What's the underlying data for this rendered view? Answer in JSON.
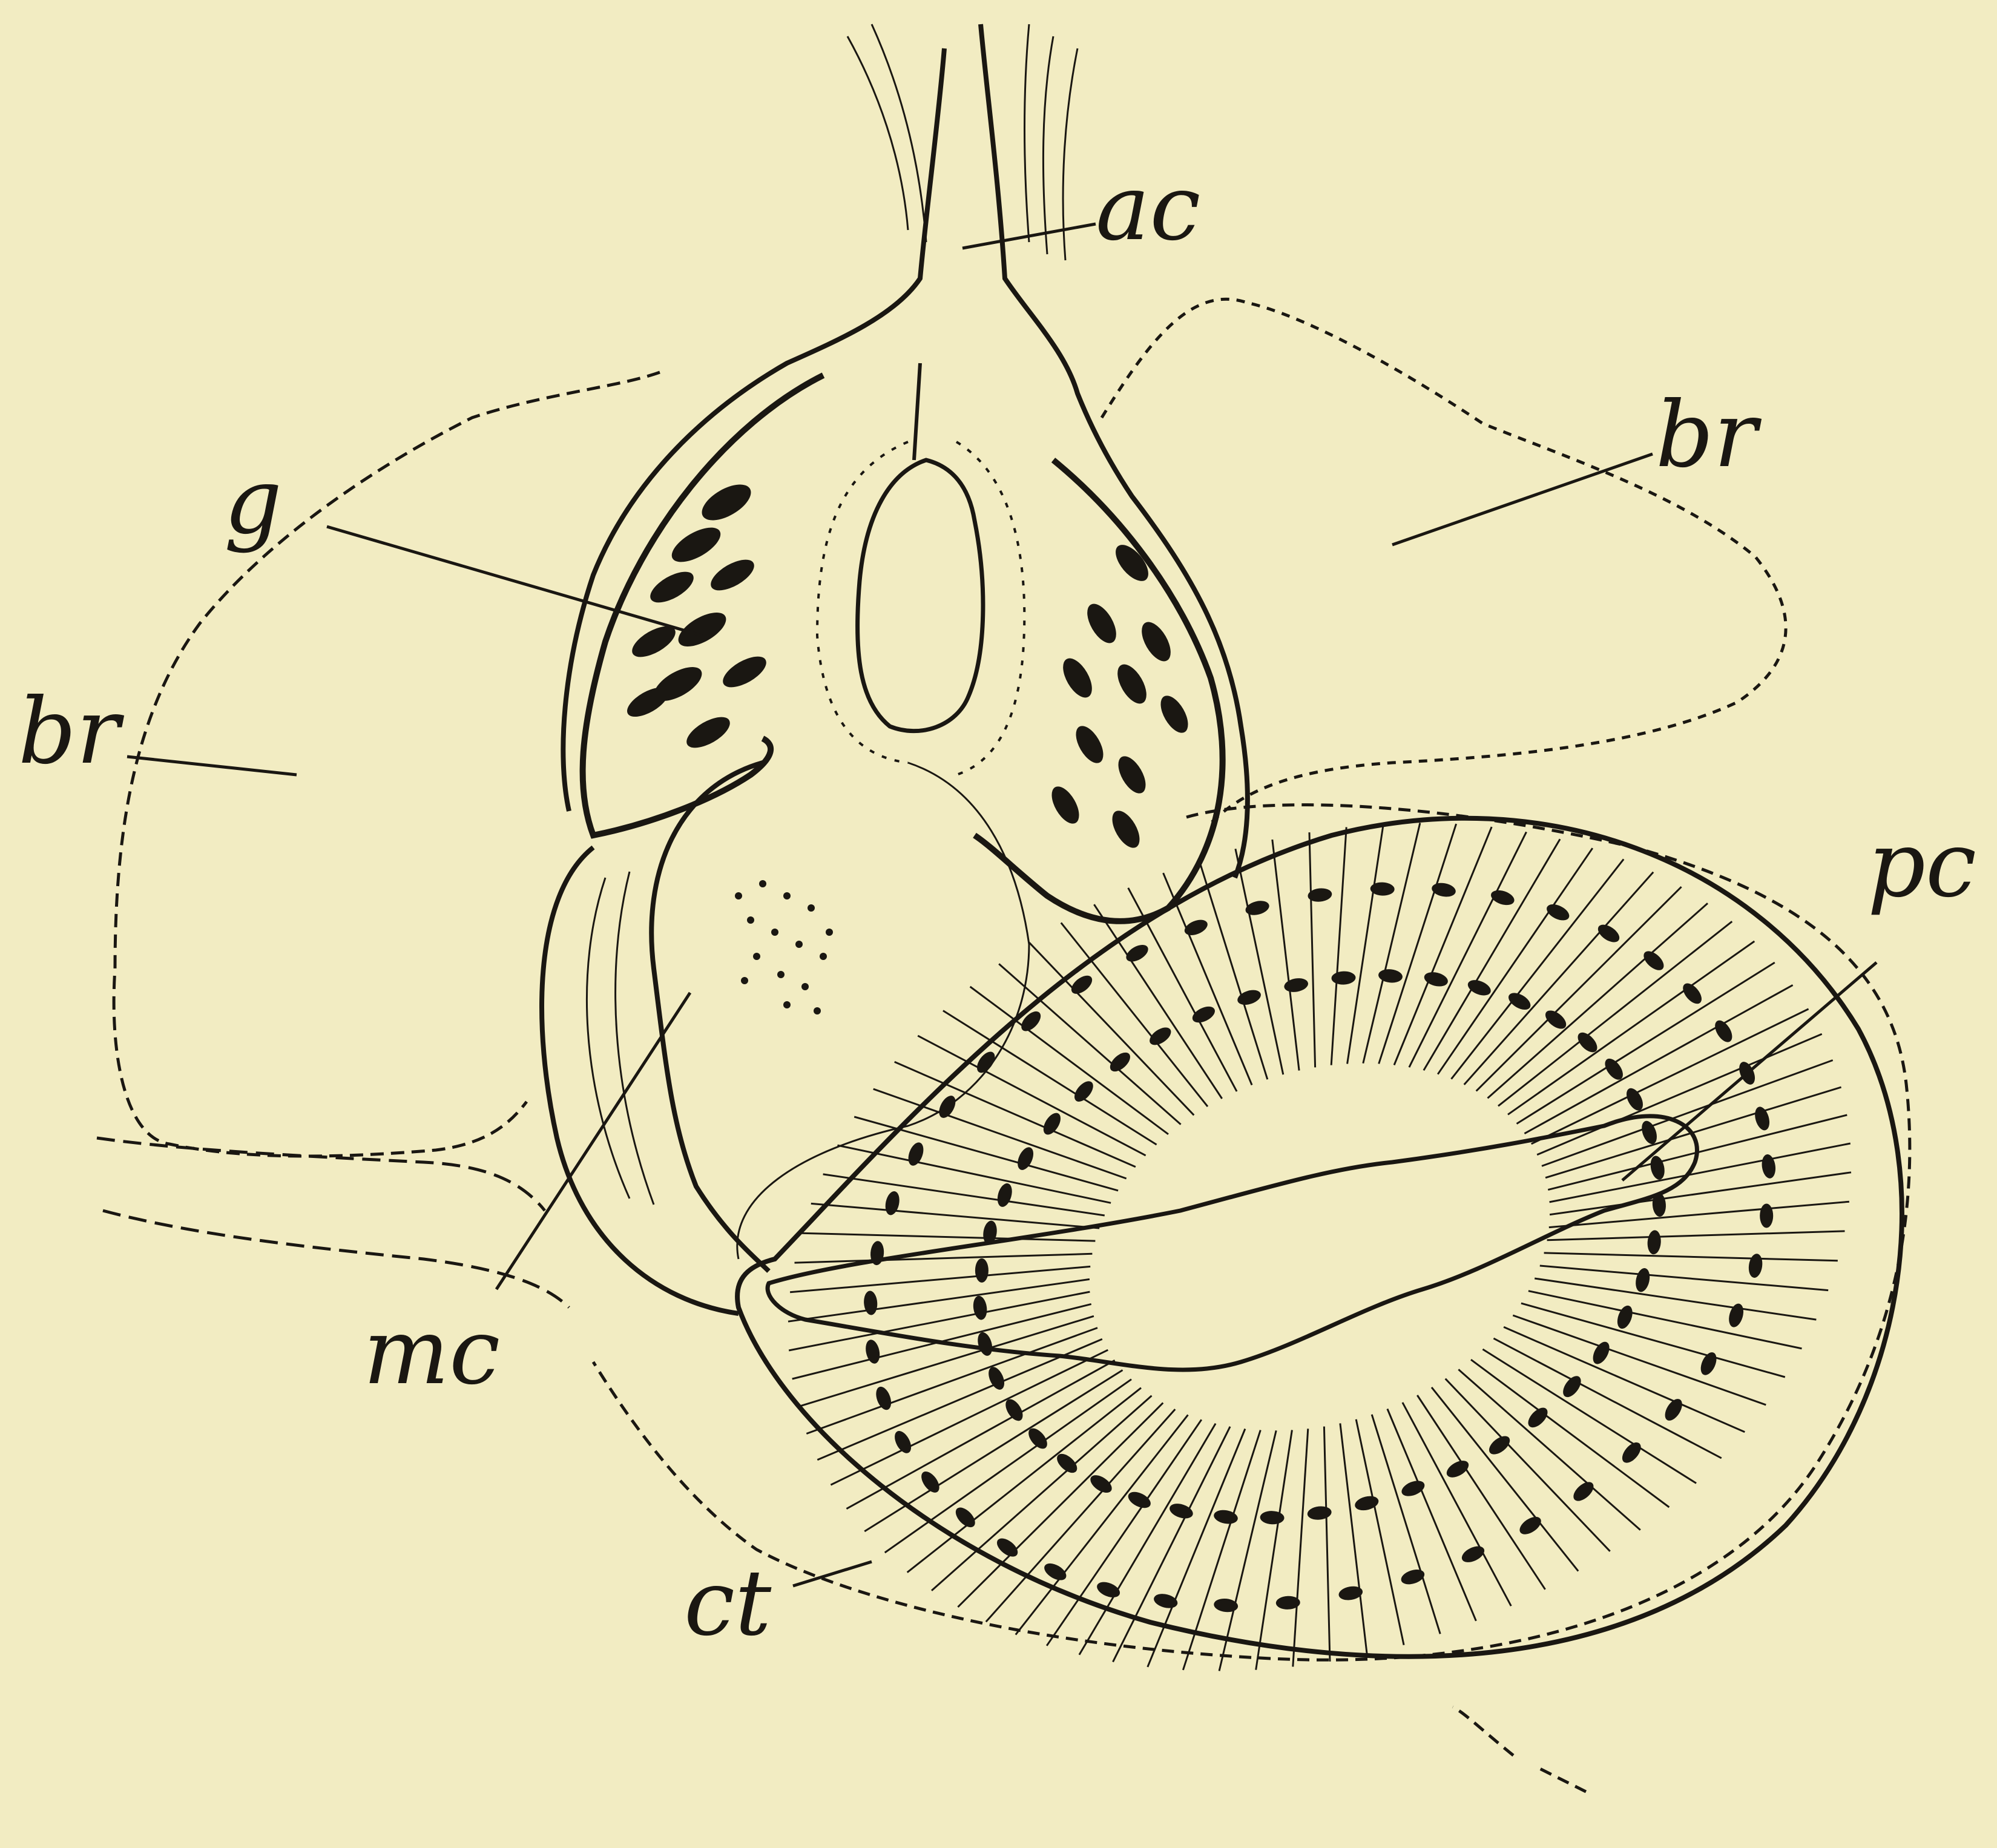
{
  "labels": {
    "ac": "ac",
    "br_right": "br",
    "g": "g",
    "br_left": "br",
    "pc": "pc",
    "mc": "mc",
    "ct": "ct"
  },
  "colors": {
    "paper": "#f2ecc2",
    "ink": "#1a1712"
  }
}
